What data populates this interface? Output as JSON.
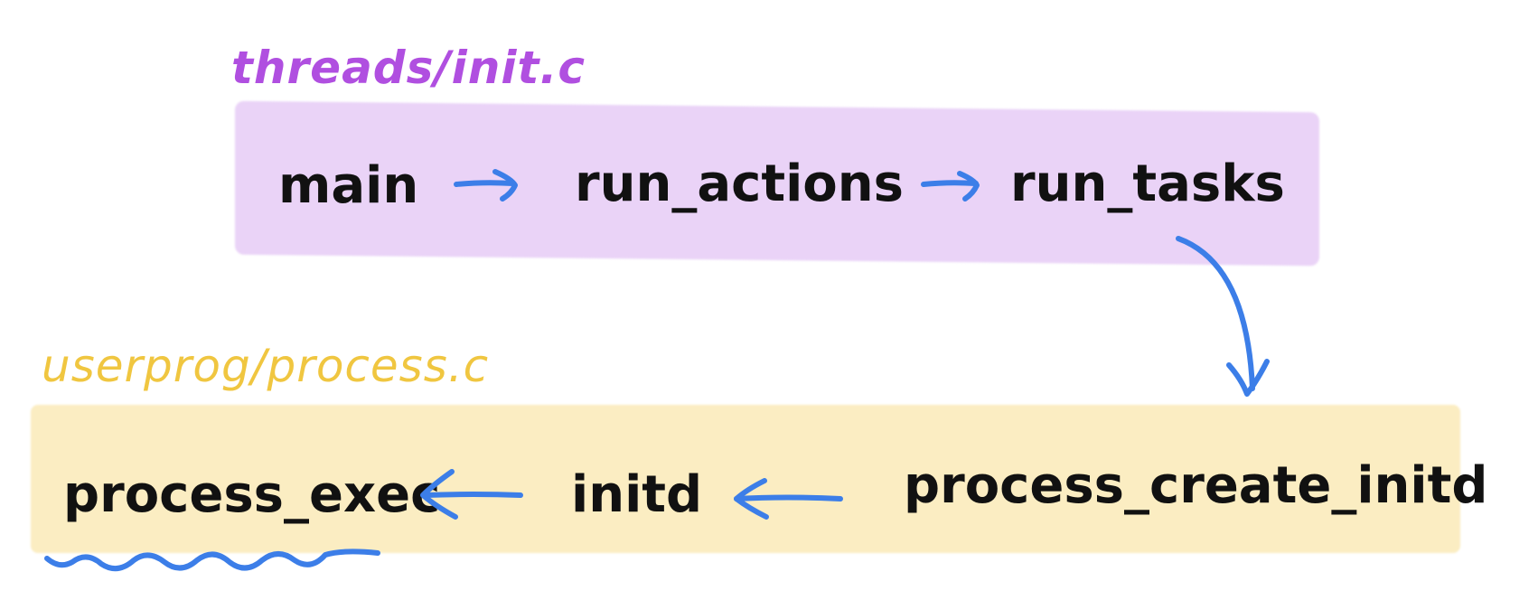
{
  "sections": {
    "threads": {
      "label": "threads/init.c",
      "color": "#b04fe0",
      "band_color": "#ead3f7"
    },
    "userprog": {
      "label": "userprog/process.c",
      "color": "#f0c640",
      "band_color": "#fbedc2"
    }
  },
  "nodes": {
    "main": "main",
    "run_actions": "run_actions",
    "run_tasks": "run_tasks",
    "process_create_initd": "process_create_initd",
    "initd": "initd",
    "process_exec": "process_exec"
  },
  "colors": {
    "arrow": "#3c7ee8",
    "underline": "#3c7ee8",
    "text": "#111111"
  }
}
